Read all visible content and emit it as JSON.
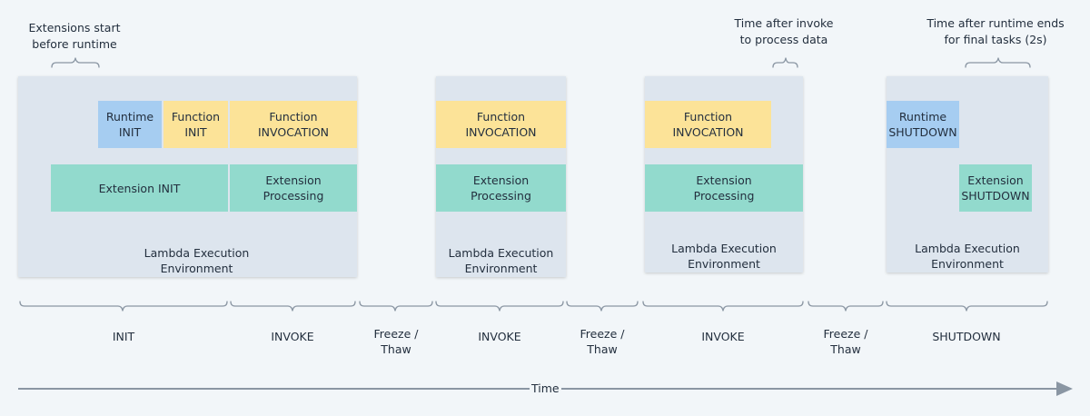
{
  "notes": {
    "extensions_start": "Extensions start\nbefore runtime",
    "time_after_invoke": "Time after invoke\nto process data",
    "time_after_runtime": "Time after runtime ends\nfor final tasks (2s)"
  },
  "environments": {
    "env1": {
      "label": "Lambda Execution\nEnvironment",
      "runtime_init": "Runtime\nINIT",
      "function_init": "Function\nINIT",
      "function_invocation": "Function\nINVOCATION",
      "extension_init": "Extension INIT",
      "extension_processing": "Extension\nProcessing"
    },
    "env2": {
      "label": "Lambda Execution\nEnvironment",
      "function_invocation": "Function\nINVOCATION",
      "extension_processing": "Extension\nProcessing"
    },
    "env3": {
      "label": "Lambda Execution\nEnvironment",
      "function_invocation": "Function\nINVOCATION",
      "extension_processing": "Extension\nProcessing"
    },
    "env4": {
      "label": "Lambda Execution\nEnvironment",
      "runtime_shutdown": "Runtime\nSHUTDOWN",
      "extension_shutdown": "Extension\nSHUTDOWN"
    }
  },
  "phases": {
    "init": "INIT",
    "invoke1": "INVOKE",
    "freeze1": "Freeze /\nThaw",
    "invoke2": "INVOKE",
    "freeze2": "Freeze /\nThaw",
    "invoke3": "INVOKE",
    "freeze3": "Freeze /\nThaw",
    "shutdown": "SHUTDOWN"
  },
  "axis": {
    "label": "Time"
  },
  "colors": {
    "runtime": "#a6cdf1",
    "function": "#fce398",
    "extension": "#92dacd",
    "environment": "#dde5ee",
    "line": "#8a96a3"
  }
}
